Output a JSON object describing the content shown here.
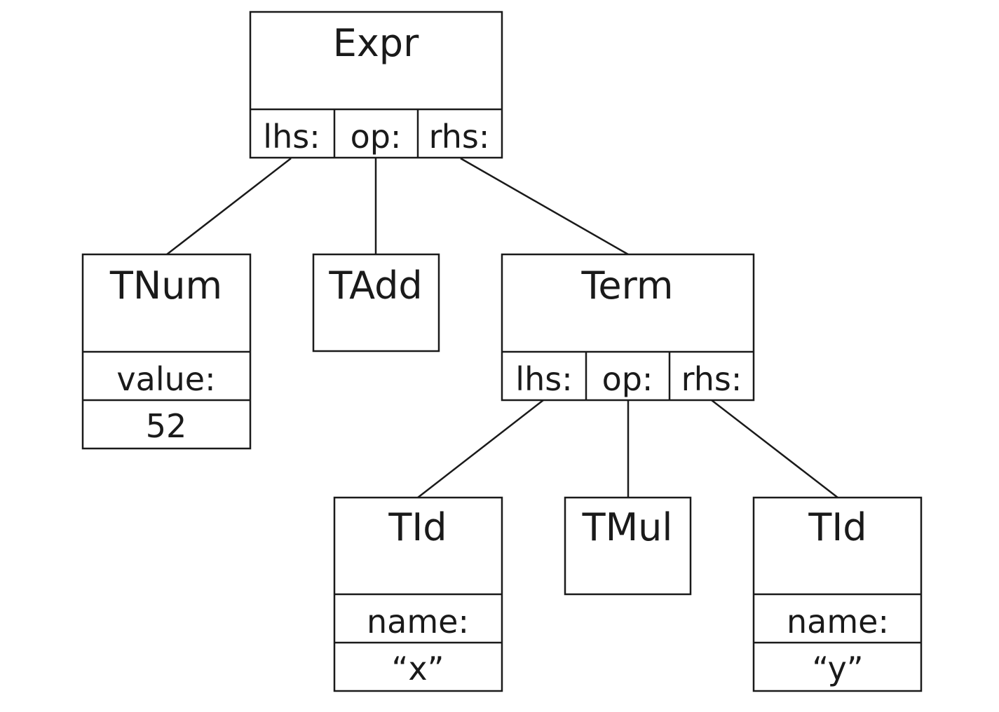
{
  "nodes": {
    "expr": {
      "title": "Expr",
      "fields": [
        "lhs:",
        "op:",
        "rhs:"
      ]
    },
    "tnum": {
      "title": "TNum",
      "field": "value:",
      "value": "52"
    },
    "tadd": {
      "title": "TAdd"
    },
    "term": {
      "title": "Term",
      "fields": [
        "lhs:",
        "op:",
        "rhs:"
      ]
    },
    "tid_x": {
      "title": "TId",
      "field": "name:",
      "value": "“x”"
    },
    "tmul": {
      "title": "TMul"
    },
    "tid_y": {
      "title": "TId",
      "field": "name:",
      "value": "“y”"
    }
  },
  "edges": [
    {
      "from": "expr.lhs",
      "to": "tnum"
    },
    {
      "from": "expr.op",
      "to": "tadd"
    },
    {
      "from": "expr.rhs",
      "to": "term"
    },
    {
      "from": "term.lhs",
      "to": "tid_x"
    },
    {
      "from": "term.op",
      "to": "tmul"
    },
    {
      "from": "term.rhs",
      "to": "tid_y"
    }
  ],
  "colors": {
    "stroke": "#1a1a1a",
    "background": "#ffffff"
  }
}
